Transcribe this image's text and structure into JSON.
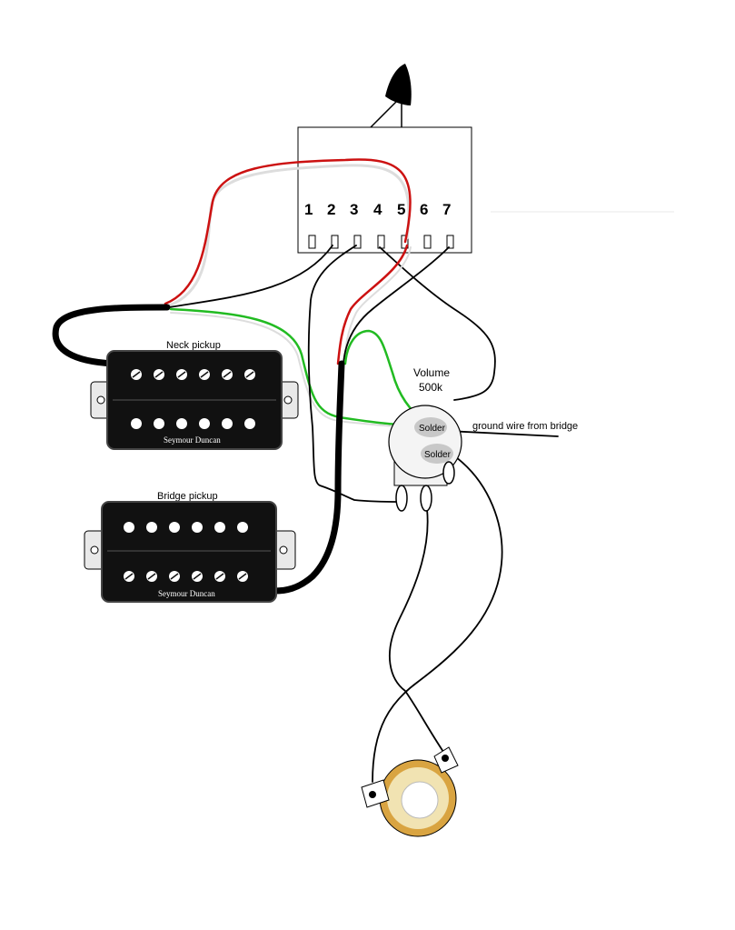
{
  "switch": {
    "terminals": [
      "1",
      "2",
      "3",
      "4",
      "5",
      "6",
      "7"
    ]
  },
  "neck_pickup": {
    "label": "Neck pickup",
    "brand": "Seymour Duncan"
  },
  "bridge_pickup": {
    "label": "Bridge pickup",
    "brand": "Seymour Duncan"
  },
  "volume_pot": {
    "label": "Volume",
    "value": "500k",
    "solder_top": "Solder",
    "solder_bottom": "Solder"
  },
  "ground_note": "ground wire from bridge",
  "colors": {
    "wire_red": "#cc1111",
    "wire_green": "#22bb22",
    "wire_white": "#e8e8e8",
    "wire_black": "#000000",
    "pickup_body": "#111111",
    "jack_ring": "#d9a441"
  }
}
